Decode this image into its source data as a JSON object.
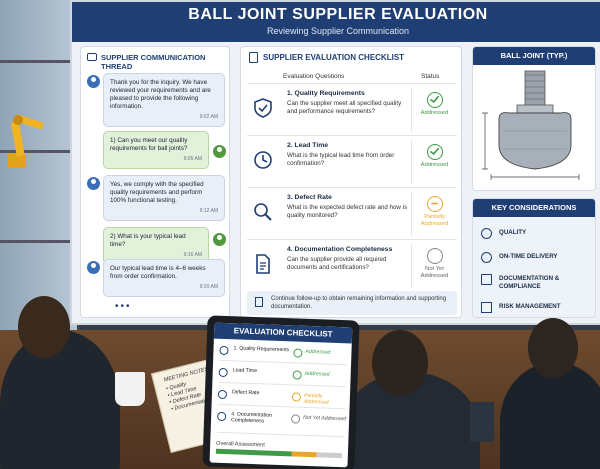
{
  "banner": {
    "title": "BALL JOINT SUPPLIER EVALUATION",
    "subtitle": "Reviewing Supplier Communication"
  },
  "thread": {
    "title": "SUPPLIER COMMUNICATION THREAD",
    "messages": [
      {
        "text": "Thank you for the inquiry. We have reviewed your requirements and are pleased to provide the following information.",
        "time": "9:02 AM",
        "side": "in"
      },
      {
        "text": "1) Can you meet our quality requirements for ball joints?",
        "time": "9:05 AM",
        "side": "out"
      },
      {
        "text": "Yes, we comply with the specified quality requirements and perform 100% functional testing.",
        "time": "9:12 AM",
        "side": "in"
      },
      {
        "text": "2) What is your typical lead time?",
        "time": "9:16 AM",
        "side": "out"
      },
      {
        "text": "Our typical lead time is 4–6 weeks from order confirmation.",
        "time": "9:20 AM",
        "side": "in"
      }
    ]
  },
  "checklist": {
    "title": "SUPPLIER EVALUATION CHECKLIST",
    "col_questions": "Evaluation Questions",
    "col_status": "Status",
    "items": [
      {
        "title": "1. Quality Requirements",
        "question": "Can the supplier meet all specified quality and performance requirements?",
        "status": "Addressed",
        "icon": "shield-icon",
        "color": "#3e9a45"
      },
      {
        "title": "2. Lead Time",
        "question": "What is the typical lead time from order confirmation?",
        "status": "Addressed",
        "icon": "clock-icon",
        "color": "#3e9a45"
      },
      {
        "title": "3. Defect Rate",
        "question": "What is the expected defect rate and how is quality monitored?",
        "status": "Partially Addressed",
        "icon": "magnifier-icon",
        "color": "#e8a72b"
      },
      {
        "title": "4. Documentation Completeness",
        "question": "Can the supplier provide all required documents and certifications?",
        "status": "Not Yet Addressed",
        "icon": "document-icon",
        "color": "#888888"
      }
    ],
    "footer": "Continue follow-up to obtain remaining information and supporting documentation."
  },
  "joint": {
    "title": "BALL JOINT (TYP.)"
  },
  "considerations": {
    "title": "KEY CONSIDERATIONS",
    "items": [
      {
        "label": "QUALITY",
        "icon": "shield-icon"
      },
      {
        "label": "ON-TIME DELIVERY",
        "icon": "clock-icon"
      },
      {
        "label": "DOCUMENTATION & COMPLIANCE",
        "icon": "document-icon"
      },
      {
        "label": "RISK MANAGEMENT",
        "icon": "warning-icon"
      }
    ]
  },
  "tablet": {
    "title": "EVALUATION CHECKLIST",
    "rows": [
      {
        "label": "1. Quality Requirements",
        "status": "Addressed"
      },
      {
        "label": "Lead Time",
        "status": "Addressed"
      },
      {
        "label": "Defect Rate",
        "status": "Partially Addressed"
      },
      {
        "label": "4. Documentation Completeness",
        "status": "Not Yet Addressed"
      }
    ],
    "overall": "Overall Assessment"
  },
  "notebook": {
    "title": "MEETING NOTES",
    "lines": [
      "• Quality",
      "• Lead Time",
      "• Defect Rate",
      "• Documentation"
    ]
  },
  "colors": {
    "navy": "#1f3f74",
    "addressed": "#3e9a45",
    "partial": "#e8a72b",
    "pending": "#888888"
  }
}
